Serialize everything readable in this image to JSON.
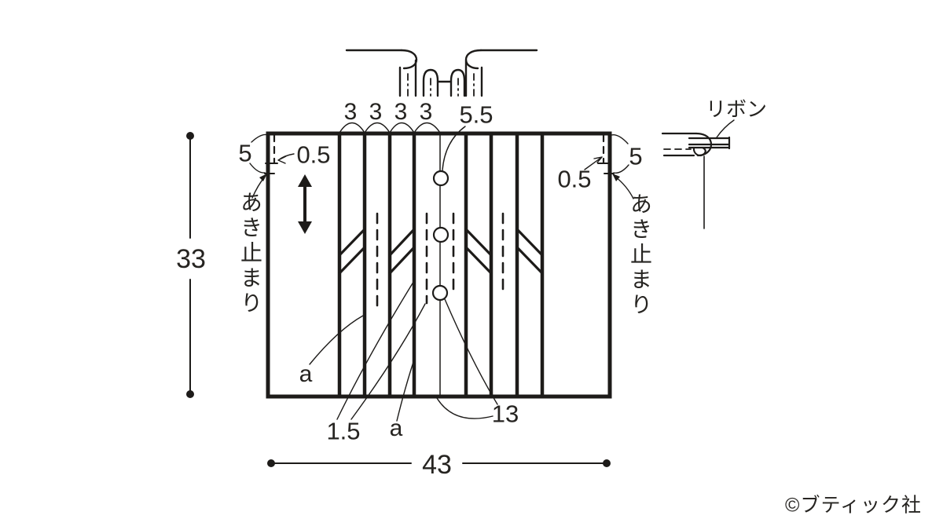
{
  "diagram": {
    "dimensions": {
      "total_width": "43",
      "total_height": "33",
      "pleat_spacing": [
        "3",
        "3",
        "3",
        "3"
      ],
      "top_to_first_hole": "5.5",
      "edge_fold_left": "0.5",
      "edge_fold_right": "0.5",
      "opening_left": "5",
      "opening_right": "5",
      "last_hole_to_bottom": "13",
      "stitch_offset": "1.5"
    },
    "marks": {
      "pleat_mark_left": "a",
      "pleat_mark_bottom": "a"
    },
    "texts": {
      "opening_stop_left": "あき止まり",
      "opening_stop_right": "あき止まり",
      "ribbon_label": "リボン",
      "copyright": "©ブティック社"
    },
    "colors": {
      "line": "#1d1b19",
      "text": "#262421",
      "background": "#ffffff"
    }
  }
}
